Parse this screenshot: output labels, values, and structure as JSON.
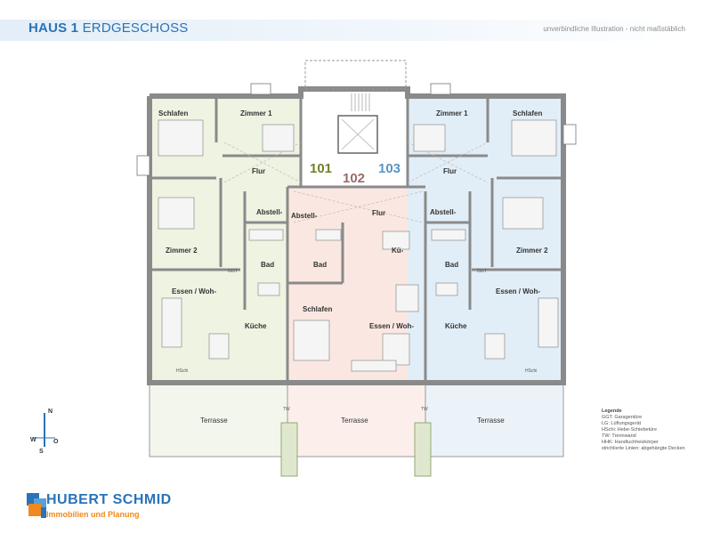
{
  "header": {
    "title_bold": "HAUS 1",
    "title_rest": " ERDGESCHOSS",
    "disclaimer": "unverbindliche Illustration  - nicht maßstäblich"
  },
  "units": {
    "left": "101",
    "center": "102",
    "right": "103"
  },
  "rooms": {
    "l_schlafen": "Schlafen",
    "l_zimmer1": "Zimmer 1",
    "l_flur": "Flur",
    "l_abstell": "Abstell-",
    "l_zimmer2": "Zimmer 2",
    "l_bad": "Bad",
    "l_essen": "Essen / Woh-",
    "l_kueche": "Küche",
    "c_abstell": "Abstell-",
    "c_flur": "Flur",
    "c_bad": "Bad",
    "c_kue": "Kü-",
    "c_schlafen": "Schlafen",
    "c_essen": "Essen / Woh-",
    "r_zimmer1": "Zimmer 1",
    "r_schlafen": "Schlafen",
    "r_flur": "Flur",
    "r_abstell": "Abstell-",
    "r_bad": "Bad",
    "r_zimmer2": "Zimmer 2",
    "r_essen": "Essen / Woh-",
    "r_kueche": "Küche",
    "terr_l": "Terrasse",
    "terr_c": "Terrasse",
    "terr_r": "Terrasse"
  },
  "small_labels": {
    "ggt": "GGT",
    "tw": "TW",
    "hschi": "HSchi"
  },
  "legend": {
    "title": "Legende",
    "items": [
      "GGT: Garagentüre",
      "LG: Lüftungsgerät",
      "HSchi: Hebe-Schiebetüre",
      "TW: Trennwand",
      "HHK: Handtuchheizkörper",
      "strichlierte Linien: abgehängte Decken"
    ]
  },
  "compass": {
    "n": "N",
    "s": "S",
    "w": "W",
    "o": "O"
  },
  "logo": {
    "name": "HUBERT SCHMID",
    "sub": "Immobilien und Planung"
  },
  "colors": {
    "unit101": "#eef3e2",
    "unit102": "#fbe7e1",
    "unit103": "#e2eef7",
    "wall": "#8a8a8a",
    "num101": "#6f7f2a",
    "num102": "#9b6b6a",
    "num103": "#5a95c3",
    "brand": "#2a73b8",
    "accent": "#f08a1c"
  }
}
